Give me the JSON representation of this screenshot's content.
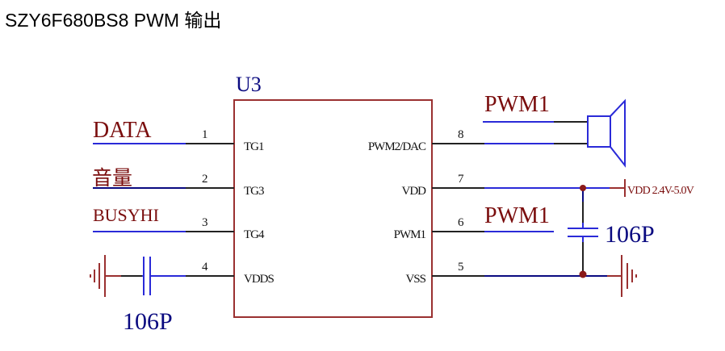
{
  "title": "SZY6F680BS8 PWM 输出",
  "chip": {
    "ref": "U3",
    "left_pins": [
      {
        "num": "1",
        "name": "TG1",
        "net": "DATA"
      },
      {
        "num": "2",
        "name": "TG3",
        "net": "音量"
      },
      {
        "num": "3",
        "name": "TG4",
        "net": "BUSYHI"
      },
      {
        "num": "4",
        "name": "VDDS",
        "net": ""
      }
    ],
    "right_pins": [
      {
        "num": "8",
        "name": "PWM2/DAC"
      },
      {
        "num": "7",
        "name": "VDD"
      },
      {
        "num": "6",
        "name": "PWM1"
      },
      {
        "num": "5",
        "name": "VSS"
      }
    ]
  },
  "nets": {
    "speaker_net": "PWM1",
    "pwm1_net": "PWM1",
    "power_label": "VDD 2.4V-5.0V"
  },
  "capacitors": {
    "left_value": "106P",
    "right_value": "106P"
  },
  "colors": {
    "component": "#8b1a1a",
    "wire": "#2a2ad8",
    "pin": "#222222",
    "label_red": "#7a0d0d",
    "label_blue": "#0a0a80"
  }
}
